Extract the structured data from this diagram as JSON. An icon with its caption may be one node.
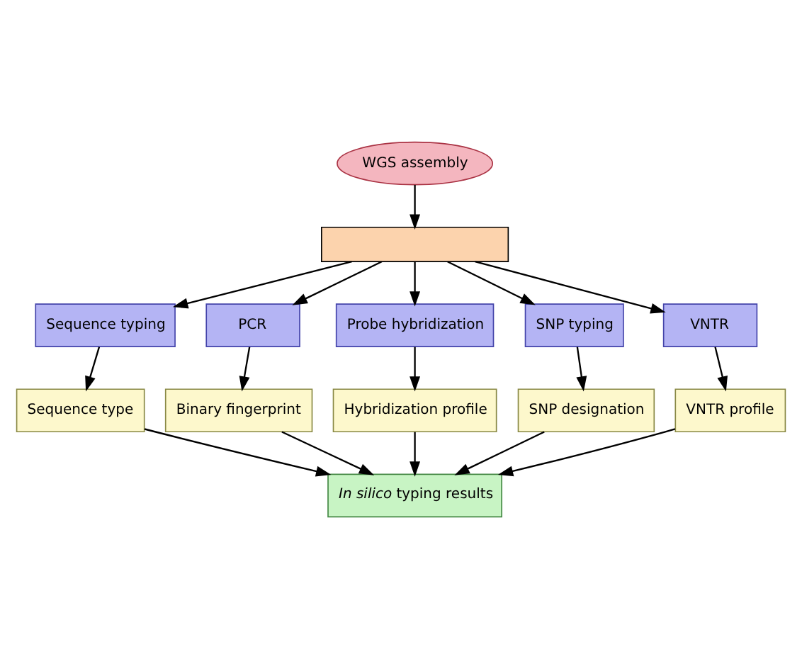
{
  "diagram": {
    "nodes": [
      {
        "text": [
          "WGS assembly"
        ]
      },
      {
        "text": [],
        "shape": "box"
      },
      {
        "text": [
          "Sequence typing"
        ]
      },
      {
        "text": [
          "PCR"
        ]
      },
      {
        "text": [
          "Probe hybridization"
        ]
      },
      {
        "text": [
          "SNP typing"
        ]
      },
      {
        "text": [
          "VNTR"
        ]
      },
      {
        "text": [
          "Sequence type"
        ]
      },
      {
        "text": [
          "Binary fingerprint"
        ]
      },
      {
        "text": [
          "Hybridization profile"
        ]
      },
      {
        "text": [
          "SNP designation"
        ]
      },
      {
        "text": [
          "VNTR profile"
        ]
      },
      {
        "text": [
          "*In silico* typing results"
        ]
      }
    ],
    "edges": [
      {
        "from": 0,
        "to": 1,
        "arrow": "to"
      },
      {
        "from": 1,
        "to": 2,
        "arrow": "to"
      },
      {
        "from": 1,
        "to": 3,
        "arrow": "to"
      },
      {
        "from": 1,
        "to": 4,
        "arrow": "to"
      },
      {
        "from": 1,
        "to": 5,
        "arrow": "to"
      },
      {
        "from": 1,
        "to": 6,
        "arrow": "to"
      },
      {
        "from": 2,
        "to": 7,
        "arrow": "to"
      },
      {
        "from": 3,
        "to": 8,
        "arrow": "to"
      },
      {
        "from": 4,
        "to": 9,
        "arrow": "to"
      },
      {
        "from": 5,
        "to": 10,
        "arrow": "to"
      },
      {
        "from": 6,
        "to": 11,
        "arrow": "to"
      },
      {
        "from": 7,
        "to": 12,
        "arrow": "to"
      },
      {
        "from": 8,
        "to": 12,
        "arrow": "to"
      },
      {
        "from": 9,
        "to": 12,
        "arrow": "to"
      },
      {
        "from": 10,
        "to": 12,
        "arrow": "to"
      },
      {
        "from": 11,
        "to": 12,
        "arrow": "to"
      }
    ]
  }
}
